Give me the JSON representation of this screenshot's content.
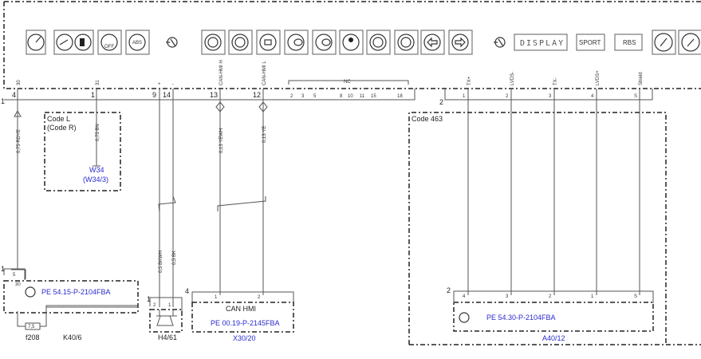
{
  "cluster": {
    "icons": [
      "speedometer-icon",
      "fuel-gauge-icon",
      "esp-off-icon",
      "abs-icon",
      "transistor-icon",
      "brake-warning-icon",
      "brake-icon",
      "parking-light-icon",
      "fog-light-icon",
      "high-beam-icon",
      "esp-icon",
      "parking-brake-icon",
      "parking-brake-icon",
      "turn-left-icon",
      "turn-right-icon",
      "transistor-icon",
      "display-icon",
      "sport-icon",
      "rbs-icon",
      "tachometer-icon",
      "gauge-icon"
    ],
    "display_label": "DISPLAY",
    "sport_label": "SPORT",
    "rbs_label": "RBS",
    "esp_off_label": "OFF",
    "abs_label": "ABS"
  },
  "connector1": {
    "number": "1",
    "pins": [
      {
        "pin": "4",
        "signal": "30"
      },
      {
        "pin": "1",
        "signal": "31"
      },
      {
        "pin": "9",
        "signal": "+"
      },
      {
        "pin": "14",
        "signal": "-"
      },
      {
        "pin": "13",
        "signal": "CAN-HMI H"
      },
      {
        "pin": "12",
        "signal": "CAN-HMI L"
      }
    ],
    "nc_label": "NC",
    "nc_pins": [
      "2",
      "3",
      "5",
      "8",
      "10",
      "11",
      "15",
      "18"
    ]
  },
  "connector2": {
    "number": "2",
    "pins": [
      {
        "pin": "1",
        "signal": "TX+"
      },
      {
        "pin": "2",
        "signal": "LVDS-"
      },
      {
        "pin": "3",
        "signal": "TX-"
      },
      {
        "pin": "4",
        "signal": "LVDS+"
      },
      {
        "pin": "S",
        "signal": "Shield"
      }
    ]
  },
  "wires": {
    "w1": "0,75 RDYE",
    "w2": "0,75 BN",
    "w3": "0,13 YEWH",
    "w4": "0,13 YE",
    "w5": "0,5 BKWH",
    "w6": "0,5 BK"
  },
  "code_l": {
    "line1": "Code L",
    "line2": "(Code R)",
    "ground": "W34",
    "ground_alt": "(W34/3)"
  },
  "code_463": "Code 463",
  "k40": {
    "conn": "1",
    "pin_top": "5",
    "pin_30": "30",
    "ref": "PE 54.15-P-2104FBA",
    "fuse": "7,5",
    "fuse_name": "f208",
    "name": "K40/6"
  },
  "h4": {
    "conn": "1",
    "pin2": "2",
    "pin1": "1",
    "name": "H4/61"
  },
  "x30": {
    "conn": "4",
    "pin1": "1",
    "pin2": "2",
    "title": "CAN HMI",
    "ref": "PE 00.19-P-2145FBA",
    "name": "X30/20"
  },
  "a40": {
    "conn": "2",
    "pins": [
      "4",
      "3",
      "2",
      "1",
      "S"
    ],
    "ref": "PE 54.30-P-2104FBA",
    "name": "A40/12"
  }
}
